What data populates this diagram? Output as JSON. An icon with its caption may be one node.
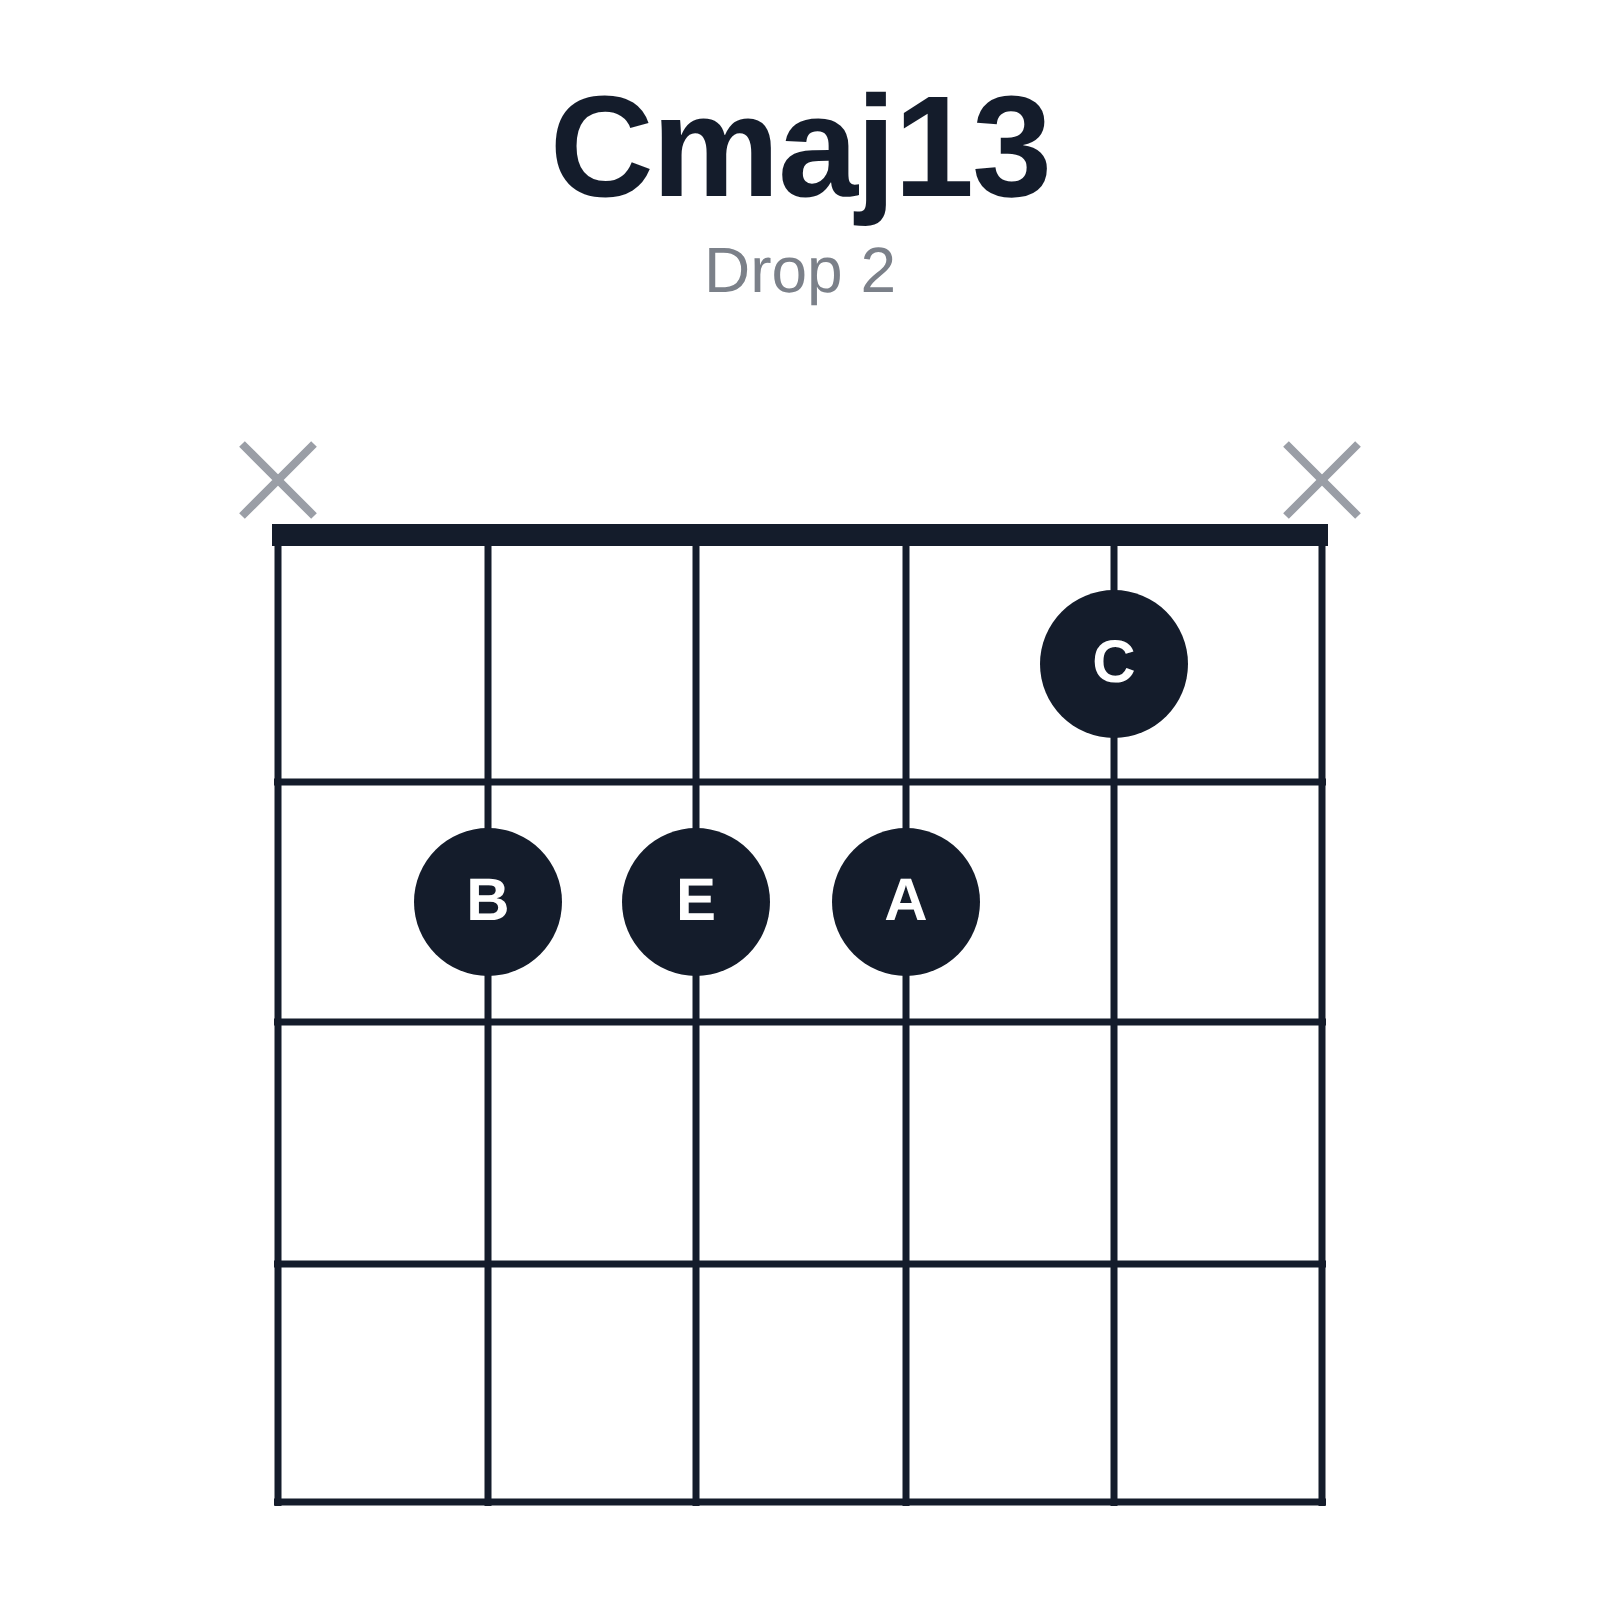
{
  "diagram": {
    "title": "Cmaj13",
    "nodes": [
      {
        "text": [
          "C"
        ]
      },
      {
        "text": [
          "B"
        ]
      },
      {
        "text": [
          "E"
        ]
      },
      {
        "text": [
          "A"
        ]
      }
    ],
    "labels": [
      "Drop 2"
    ]
  }
}
